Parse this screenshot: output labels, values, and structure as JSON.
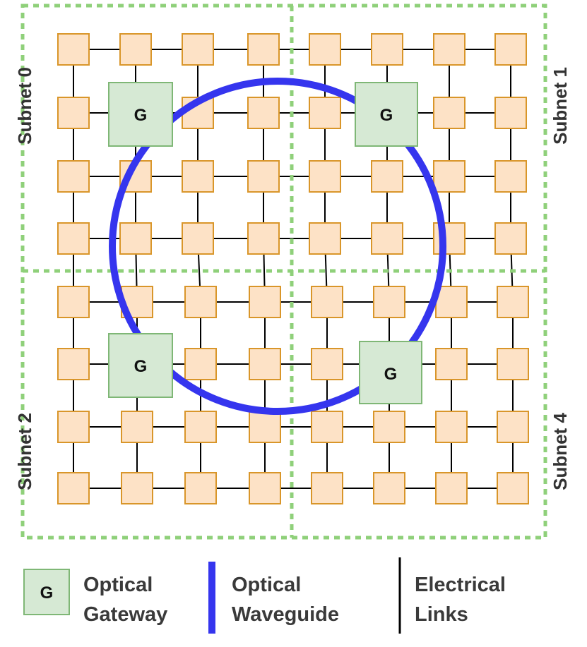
{
  "subnets": [
    {
      "label": "Subnet 0"
    },
    {
      "label": "Subnet 1"
    },
    {
      "label": "Subnet 2"
    },
    {
      "label": "Subnet 4"
    }
  ],
  "gateways": [
    {
      "letter": "G"
    },
    {
      "letter": "G"
    },
    {
      "letter": "G"
    },
    {
      "letter": "G"
    }
  ],
  "legend": {
    "gateway": {
      "symbol": "G",
      "line1": "Optical",
      "line2": "Gateway"
    },
    "waveguide": {
      "line1": "Optical",
      "line2": "Waveguide"
    },
    "links": {
      "line1": "Electrical",
      "line2": "Links"
    }
  },
  "colors": {
    "router_fill": "#fde2c6",
    "router_stroke": "#d9962a",
    "gateway_fill": "#d6e9d4",
    "gateway_stroke": "#7fb776",
    "waveguide": "#3535ee",
    "link": "#000000",
    "subnet_border": "#8fd07a"
  }
}
